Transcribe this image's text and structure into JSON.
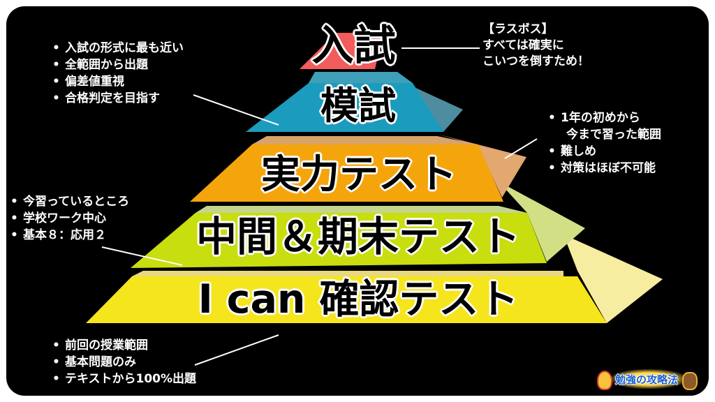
{
  "tiers": {
    "top": "入試",
    "mock": "模試",
    "proficiency": "実力テスト",
    "midterm": "中間＆期末テスト",
    "ican": "I can 確認テスト"
  },
  "colors": {
    "top": "#f25c5c",
    "mock": "#1b9cbf",
    "proficiency": "#f5a50c",
    "midterm": "#c8de0e",
    "ican": "#f5e51c"
  },
  "notes": {
    "mock": [
      "入試の形式に最も近い",
      "全範囲から出題",
      "偏差値重視",
      "合格判定を目指す"
    ],
    "boss": [
      "【ラスボス】",
      "すべては確実に",
      "こいつを倒すため！"
    ],
    "proficiency": [
      "1年の初めから",
      "今まで習った範囲",
      "難しめ",
      "対策はほぼ不可能"
    ],
    "midterm": [
      "今習っているところ",
      "学校ワーク中心",
      "基本８：応用２"
    ],
    "ican": [
      "前回の授業範囲",
      "基本問題のみ",
      "テキストから100%出題"
    ]
  },
  "logo": {
    "brand": "勉強の攻略法",
    "icons": [
      "mascot-girl-icon",
      "mascot-boy-icon"
    ]
  }
}
